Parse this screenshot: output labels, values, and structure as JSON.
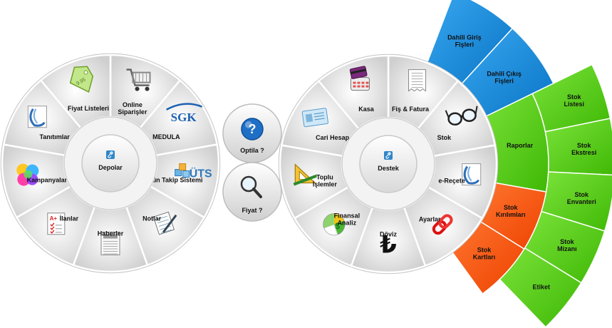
{
  "left_wheel": {
    "center_label": "Depolar",
    "items": [
      {
        "id": "online",
        "lines": [
          "Online",
          "Siparişler"
        ],
        "icon": "shopping-cart-icon"
      },
      {
        "id": "medula",
        "lines": [
          "MEDULA"
        ],
        "icon": "sgk-logo-icon",
        "logo_text": "SGK"
      },
      {
        "id": "uts",
        "lines": [
          "Ürün Takip Sistemi"
        ],
        "icon": "uts-logo-icon",
        "logo_text": "ÜTS"
      },
      {
        "id": "notlar",
        "lines": [
          "Notlar"
        ],
        "icon": "notepad-icon"
      },
      {
        "id": "haberler",
        "lines": [
          "Haberler"
        ],
        "icon": "newspaper-icon"
      },
      {
        "id": "ilanlar",
        "lines": [
          "İlanlar"
        ],
        "icon": "checklist-icon"
      },
      {
        "id": "kampanyalar",
        "lines": [
          "Kampanyalar"
        ],
        "icon": "color-balls-icon"
      },
      {
        "id": "tanimlar",
        "lines": [
          "Tanıtımlar"
        ],
        "icon": "leaflet-icon"
      },
      {
        "id": "fiyat-listeleri",
        "lines": [
          "Fiyat Listeleri"
        ],
        "icon": "price-tag-icon"
      }
    ]
  },
  "middle": {
    "optila_label": "Optila ?",
    "fiyat_label": "Fiyat ?"
  },
  "right_wheel": {
    "center_label": "Destek",
    "items": [
      {
        "id": "fis-fatura",
        "lines": [
          "Fiş & Fatura"
        ],
        "icon": "receipt-icon"
      },
      {
        "id": "stok",
        "lines": [
          "Stok"
        ],
        "icon": "glasses-icon"
      },
      {
        "id": "e-recete",
        "lines": [
          "e-Reçete"
        ],
        "icon": "leaflet-icon"
      },
      {
        "id": "ayarlar",
        "lines": [
          "Ayarlar"
        ],
        "icon": "chain-link-icon"
      },
      {
        "id": "doviz",
        "lines": [
          "Döviz"
        ],
        "icon": "lira-sign-icon"
      },
      {
        "id": "finansal-analiz",
        "lines": [
          "Finansal",
          "Analiz"
        ],
        "icon": "pie-chart-icon"
      },
      {
        "id": "toplu-islemler",
        "lines": [
          "Toplu",
          "İşlemler"
        ],
        "icon": "ruler-triangle-icon"
      },
      {
        "id": "cari-hesap",
        "lines": [
          "Cari Hesap"
        ],
        "icon": "id-card-icon"
      },
      {
        "id": "kasa",
        "lines": [
          "Kasa"
        ],
        "icon": "pos-terminal-icon"
      }
    ]
  },
  "fan": {
    "blue": [
      {
        "id": "dahili-giris",
        "lines": [
          "Dahili Giriş",
          "Fişleri"
        ]
      },
      {
        "id": "dahili-cikis",
        "lines": [
          "Dahili Çıkış",
          "Fişleri"
        ]
      }
    ],
    "green_inner": [
      {
        "id": "raporlar",
        "lines": [
          "Raporlar"
        ]
      }
    ],
    "orange": [
      {
        "id": "stok-kirilimlari",
        "lines": [
          "Stok",
          "Kırılımları"
        ]
      },
      {
        "id": "stok-kartlari",
        "lines": [
          "Stok",
          "Kartları"
        ]
      }
    ],
    "green_outer": [
      {
        "id": "stok-listesi",
        "lines": [
          "Stok",
          "Listesi"
        ]
      },
      {
        "id": "stok-ekstresi",
        "lines": [
          "Stok",
          "Ekstresi"
        ]
      },
      {
        "id": "stok-envanteri",
        "lines": [
          "Stok",
          "Envanteri"
        ]
      },
      {
        "id": "stok-mizani",
        "lines": [
          "Stok",
          "Mizanı"
        ]
      },
      {
        "id": "etiket",
        "lines": [
          "Etiket"
        ]
      }
    ]
  },
  "colors": {
    "blue": "#0a8ad8",
    "green": "#58d20f",
    "orange": "#ff5a10",
    "segment_light": "#f4f4f4",
    "segment_dark": "#d2d2d2",
    "link_icon": "#2f86c8"
  }
}
